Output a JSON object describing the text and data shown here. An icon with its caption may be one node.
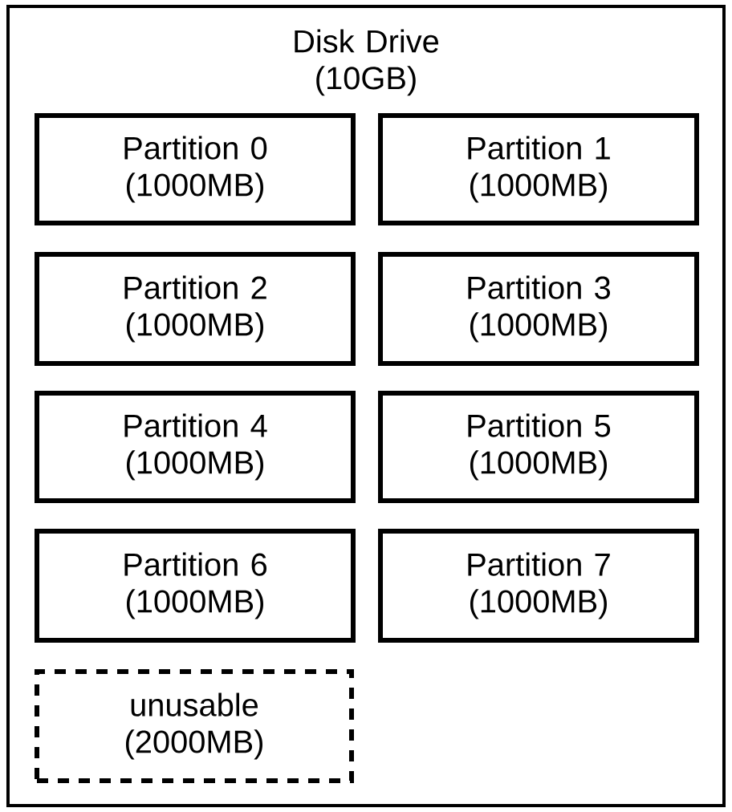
{
  "diagram": {
    "nodes": [
      {
        "text": [
          "Disk Drive (10GB)"
        ]
      },
      {
        "text": [
          "Partition 0 (1000MB)"
        ],
        "in": 0
      },
      {
        "text": [
          "Partition 1 (1000MB)"
        ],
        "in": 0
      },
      {
        "text": [
          "Partition 2 (1000MB)"
        ],
        "in": 0
      },
      {
        "text": [
          "Partition 3 (1000MB)"
        ],
        "in": 0
      },
      {
        "text": [
          "Partition 4 (1000MB)"
        ],
        "in": 0
      },
      {
        "text": [
          "Partition 5 (1000MB)"
        ],
        "in": 0
      },
      {
        "text": [
          "Partition 6 (1000MB)"
        ],
        "in": 0
      },
      {
        "text": [
          "Partition 7 (1000MB)"
        ],
        "in": 0
      },
      {
        "text": [
          "unusable (2000MB)"
        ],
        "in": 0
      }
    ]
  }
}
